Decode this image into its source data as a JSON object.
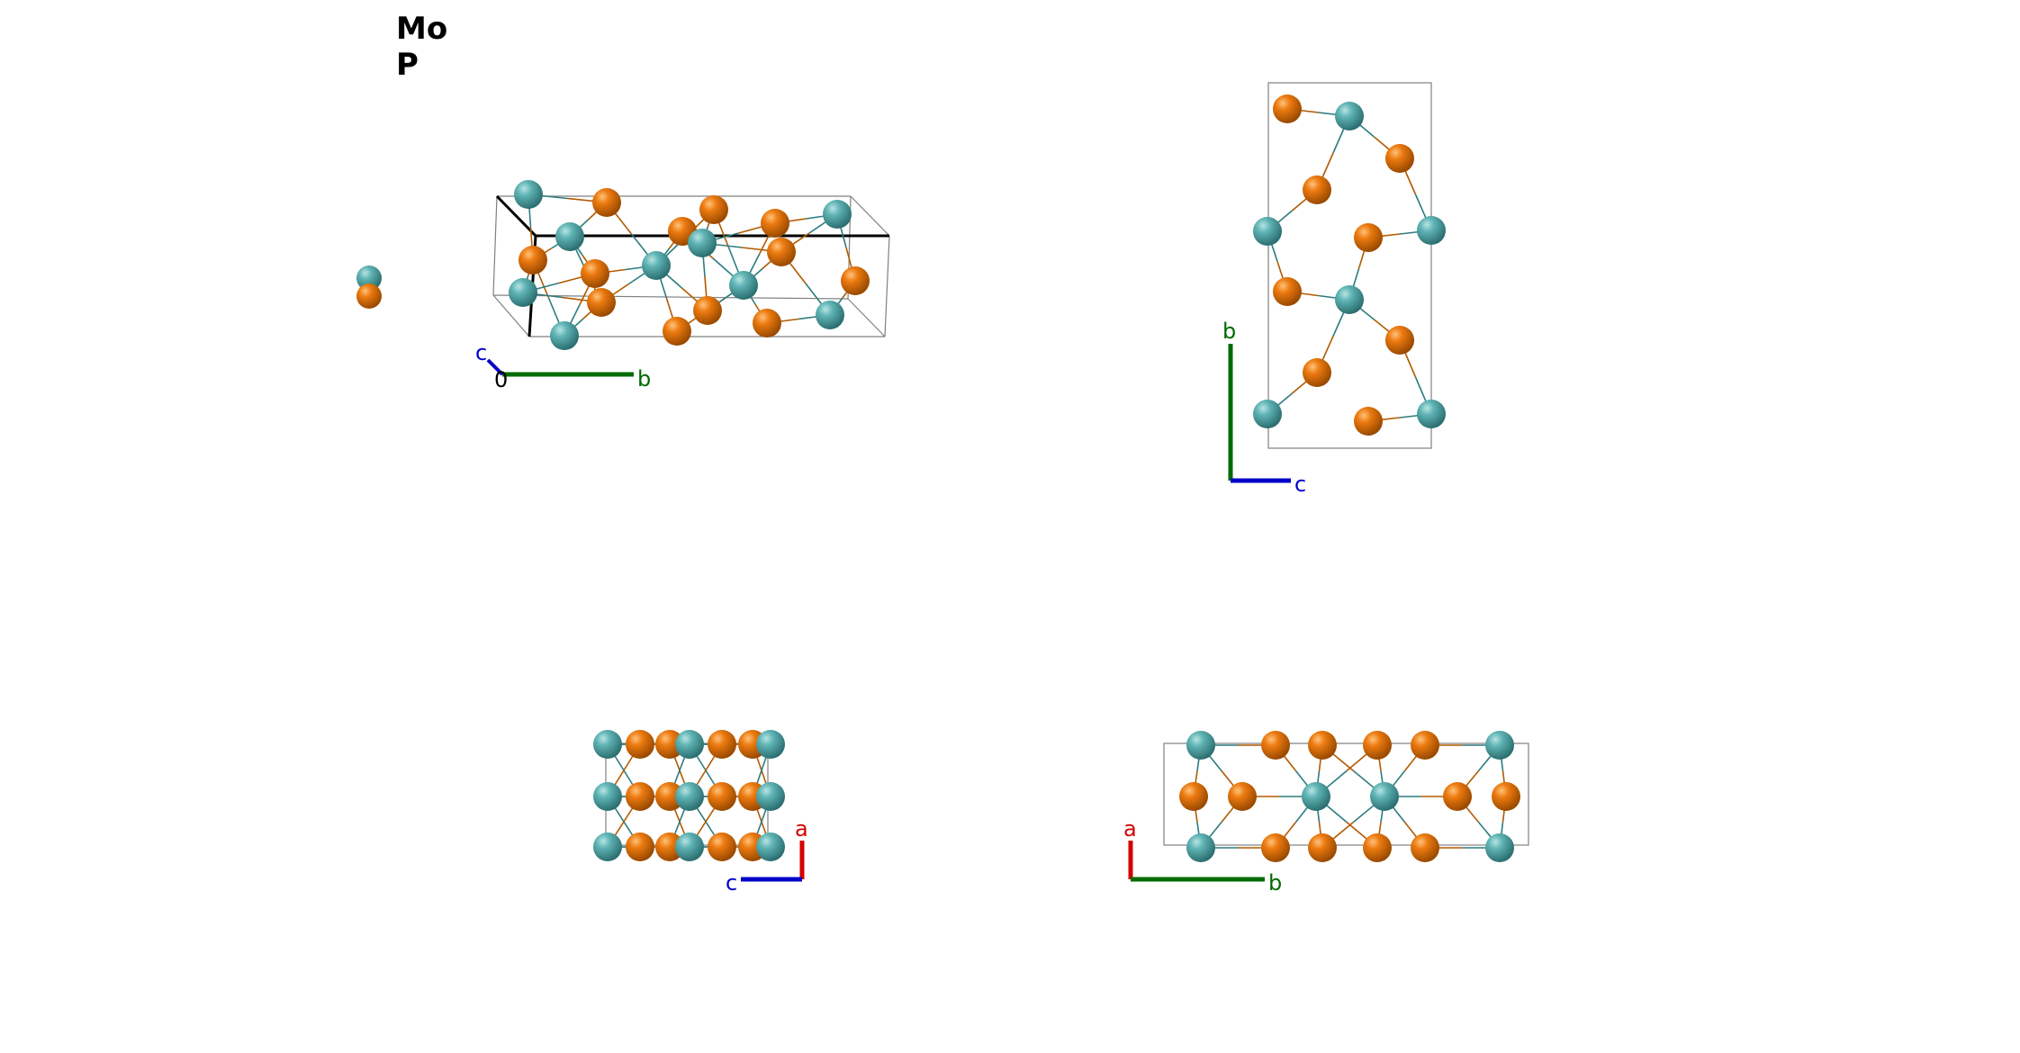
{
  "legend": {
    "items": [
      {
        "label": "Mo",
        "color": "#4fa3a5",
        "icon": "sphere-teal"
      },
      {
        "label": "P",
        "color": "#e8760c",
        "icon": "sphere-orange"
      }
    ]
  },
  "colors": {
    "mo": "#4fa3a5",
    "p": "#e8760c",
    "axis_a": "#d40000",
    "axis_b": "#006b00",
    "axis_c": "#0000c8",
    "cell": "#808080"
  },
  "views": [
    {
      "id": "perspective",
      "axes": {
        "origin": "0",
        "b": "b",
        "c": "c"
      }
    },
    {
      "id": "along-a",
      "axes": {
        "b": "b",
        "c": "c"
      }
    },
    {
      "id": "along-b",
      "axes": {
        "a": "a",
        "c": "c"
      }
    },
    {
      "id": "along-c",
      "axes": {
        "a": "a",
        "b": "b"
      }
    }
  ]
}
